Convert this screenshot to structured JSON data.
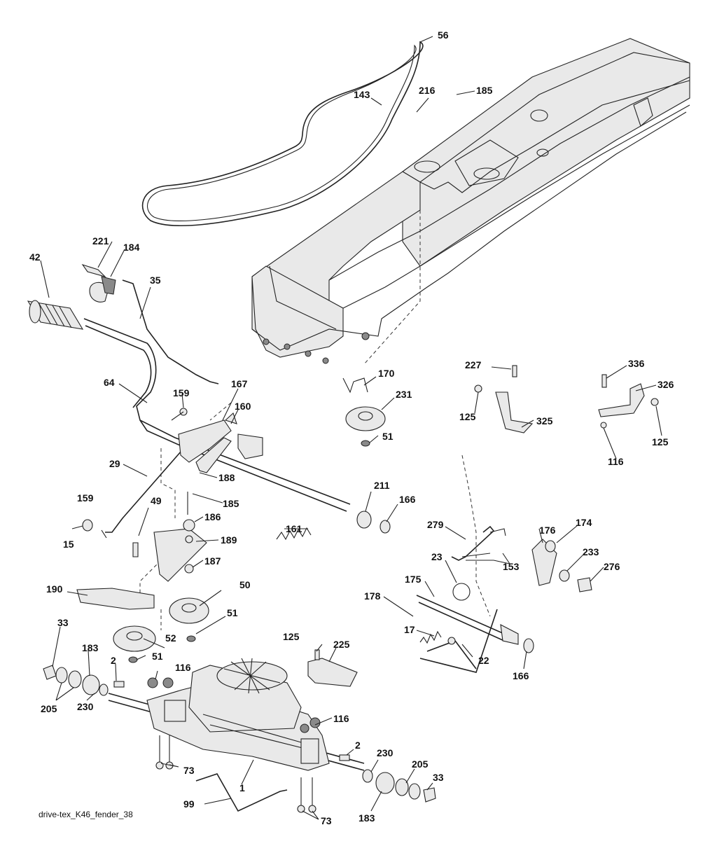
{
  "diagram": {
    "caption": "drive-tex_K46_fender_38",
    "labels": [
      "56",
      "143",
      "216",
      "185",
      "221",
      "184",
      "42",
      "35",
      "64",
      "159",
      "167",
      "160",
      "29",
      "188",
      "185",
      "49",
      "186",
      "189",
      "161",
      "211",
      "166",
      "159",
      "15",
      "187",
      "190",
      "50",
      "51",
      "33",
      "183",
      "2",
      "52",
      "51",
      "116",
      "125",
      "225",
      "205",
      "230",
      "116",
      "2",
      "230",
      "205",
      "33",
      "73",
      "1",
      "99",
      "183",
      "73",
      "170",
      "231",
      "51",
      "227",
      "125",
      "325",
      "336",
      "326",
      "125",
      "116",
      "279",
      "176",
      "174",
      "153",
      "23",
      "233",
      "276",
      "175",
      "178",
      "17",
      "22",
      "166"
    ]
  }
}
